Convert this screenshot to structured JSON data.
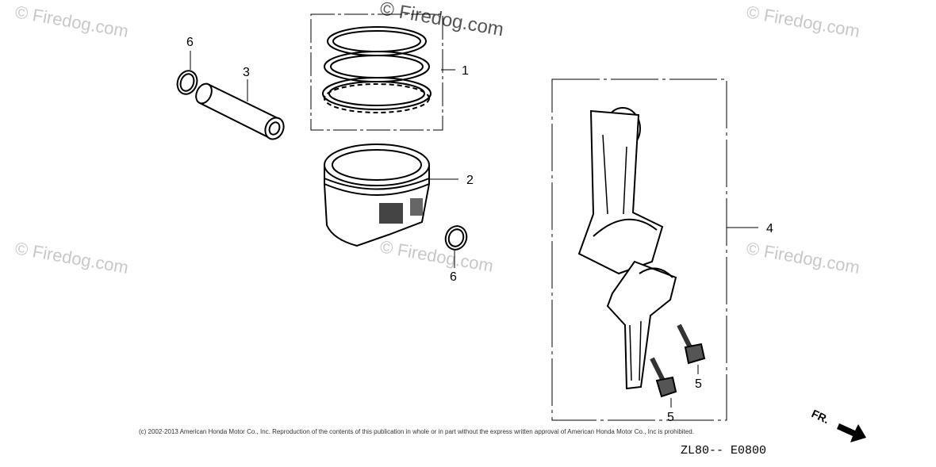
{
  "watermark": "© Firedog.com",
  "callouts": {
    "c1": "1",
    "c2": "2",
    "c3": "3",
    "c4": "4",
    "c5a": "5",
    "c5b": "5",
    "c6a": "6",
    "c6b": "6"
  },
  "front_marker": "FR.",
  "copyright": "(c) 2002-2013 American Honda Motor Co., Inc. Reproduction of the contents of this publication in whole or in part without the express written approval of American Honda Motor Co., Inc is prohibited.",
  "diagram_code": "ZL80-- E0800"
}
